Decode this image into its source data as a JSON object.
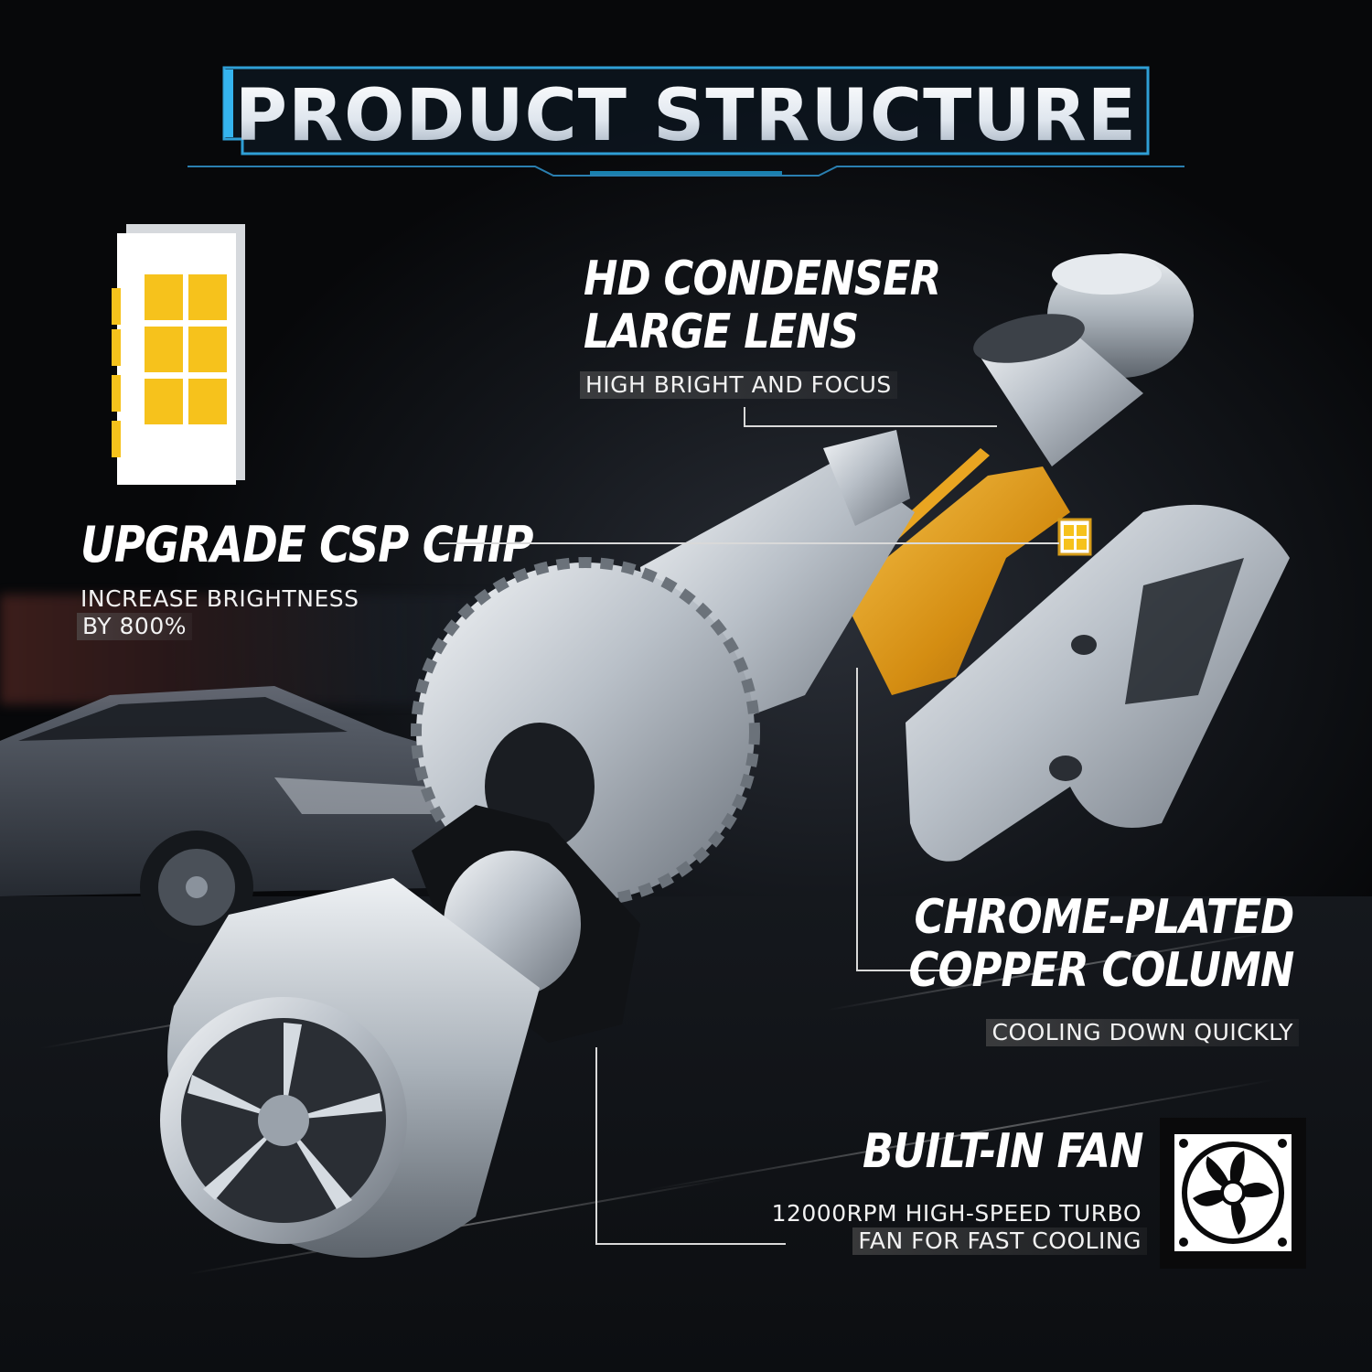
{
  "header": {
    "title": "PRODUCT STRUCTURE"
  },
  "features": {
    "lens": {
      "title_line1": "HD CONDENSER",
      "title_line2": "LARGE LENS",
      "subtitle": "HIGH BRIGHT AND FOCUS"
    },
    "chip": {
      "title": "UPGRADE CSP CHIP",
      "subtitle_line1": "INCREASE BRIGHTNESS",
      "subtitle_line2": "BY 800%"
    },
    "column": {
      "title_line1": "CHROME-PLATED",
      "title_line2": "COPPER COLUMN",
      "subtitle": "COOLING DOWN QUICKLY"
    },
    "fan": {
      "title": "BUILT-IN FAN",
      "subtitle_line1": "12000RPM HIGH-SPEED TURBO",
      "subtitle_line2": "FAN FOR FAST COOLING"
    }
  },
  "icons": {
    "chip": "csp-chip-icon",
    "fan": "fan-icon",
    "chip_color": "#f6c21c",
    "accent_color": "#1e9fd8"
  }
}
